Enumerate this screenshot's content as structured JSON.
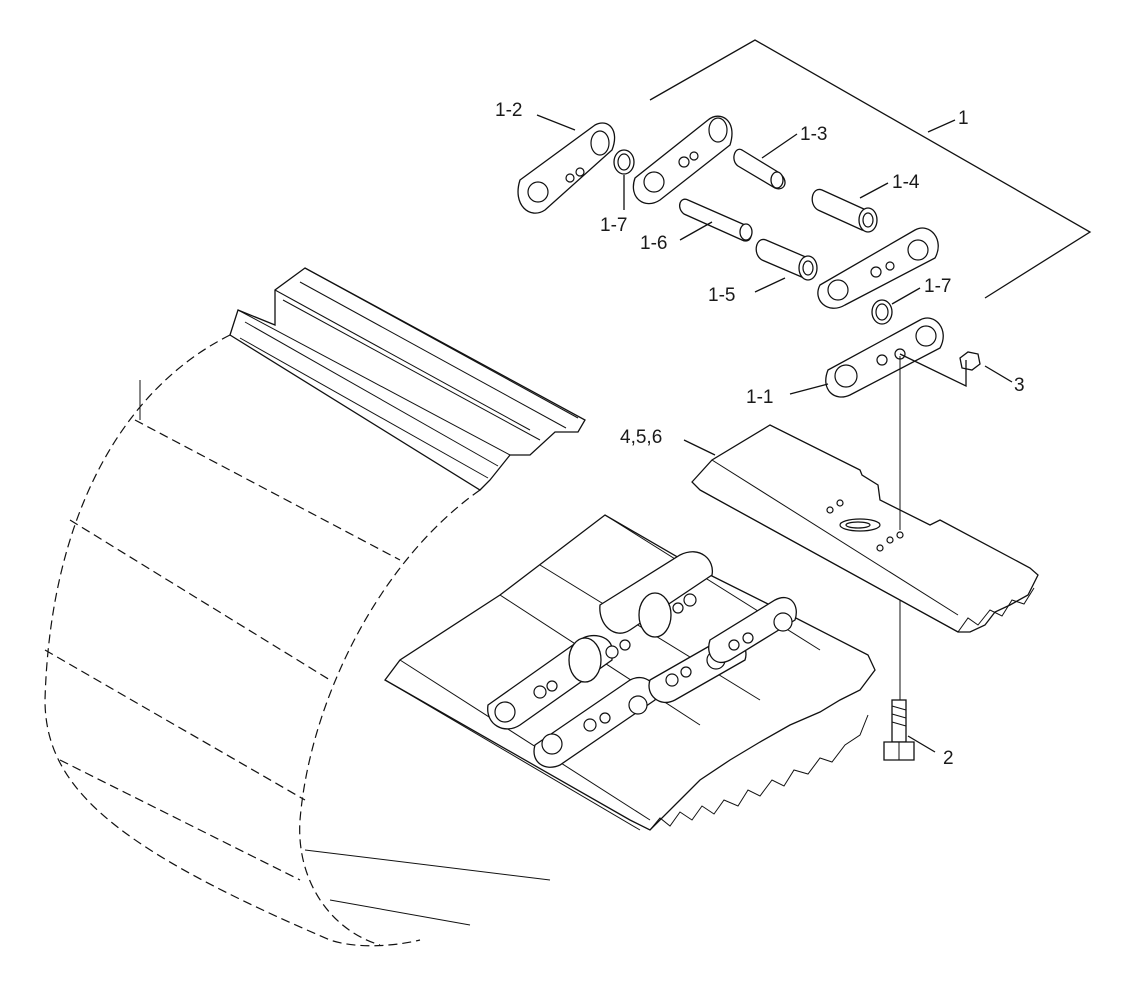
{
  "callouts": {
    "c1": "1",
    "c1_1": "1-1",
    "c1_2": "1-2",
    "c1_3": "1-3",
    "c1_4": "1-4",
    "c1_5": "1-5",
    "c1_6": "1-6",
    "c1_7a": "1-7",
    "c1_7b": "1-7",
    "c2": "2",
    "c3": "3",
    "c456": "4,5,6"
  },
  "colors": {
    "line": "#111111",
    "background": "#ffffff"
  }
}
